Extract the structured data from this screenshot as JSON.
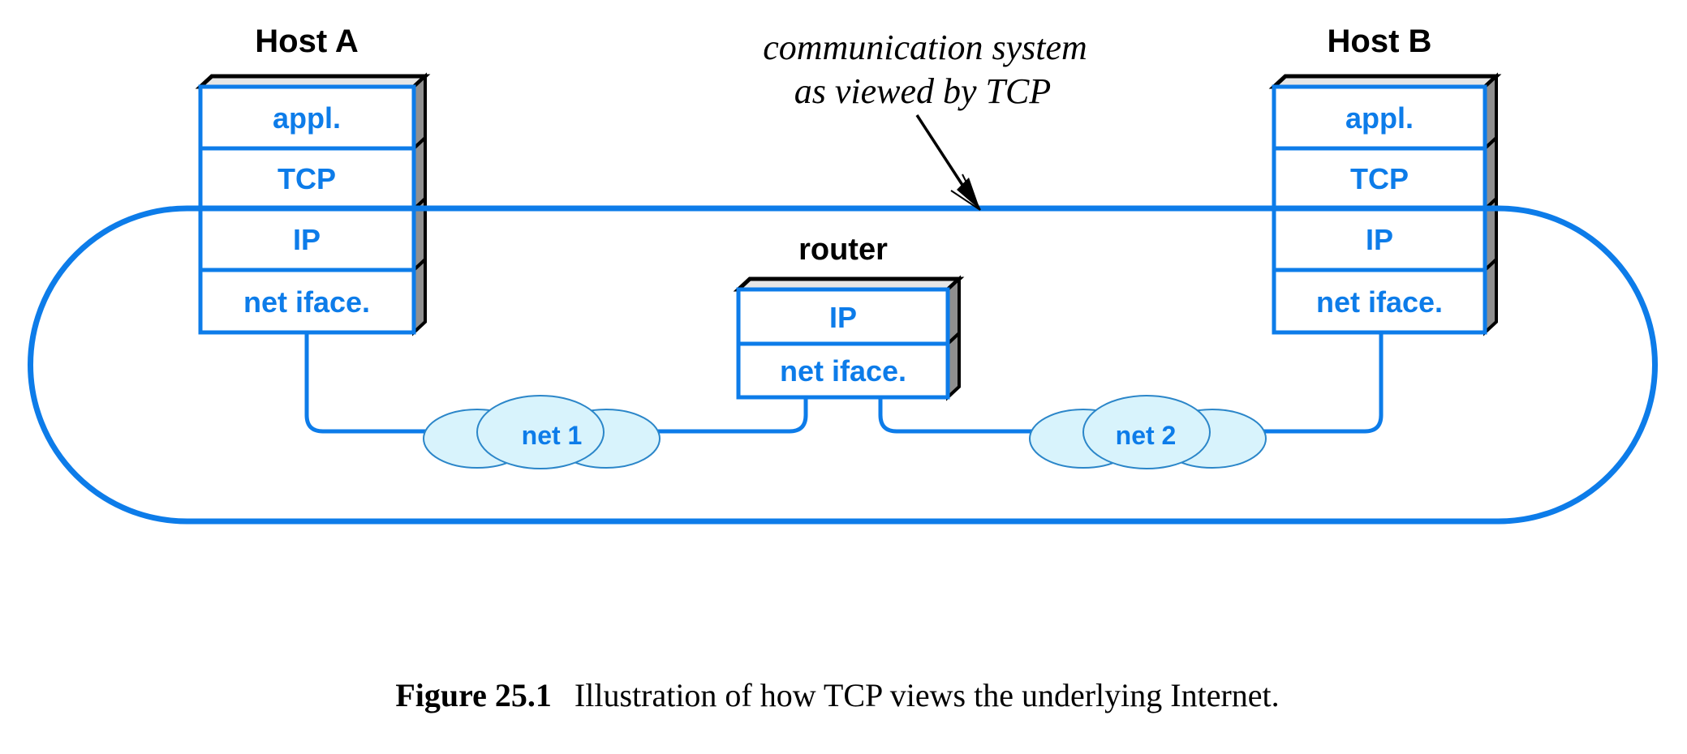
{
  "diagram": {
    "annotation": {
      "line1": "communication system",
      "line2": "as viewed by TCP"
    },
    "hosts": {
      "host_a": {
        "title": "Host A",
        "layers": [
          "appl.",
          "TCP",
          "IP",
          "net iface."
        ]
      },
      "host_b": {
        "title": "Host B",
        "layers": [
          "appl.",
          "TCP",
          "IP",
          "net iface."
        ]
      },
      "router": {
        "title": "router",
        "layers": [
          "IP",
          "net iface."
        ]
      }
    },
    "networks": {
      "net1": "net 1",
      "net2": "net 2"
    },
    "caption": {
      "label": "Figure 25.1",
      "text": "Illustration of how TCP views the underlying Internet."
    },
    "colors": {
      "accent_blue": "#0d7ce9",
      "cloud_fill": "#d8f3fc",
      "cloud_stroke": "#2b86c9",
      "slab_gray": "#8f8f8f",
      "top_slab_gray": "#e6e6e6",
      "text_black": "#000000"
    }
  }
}
